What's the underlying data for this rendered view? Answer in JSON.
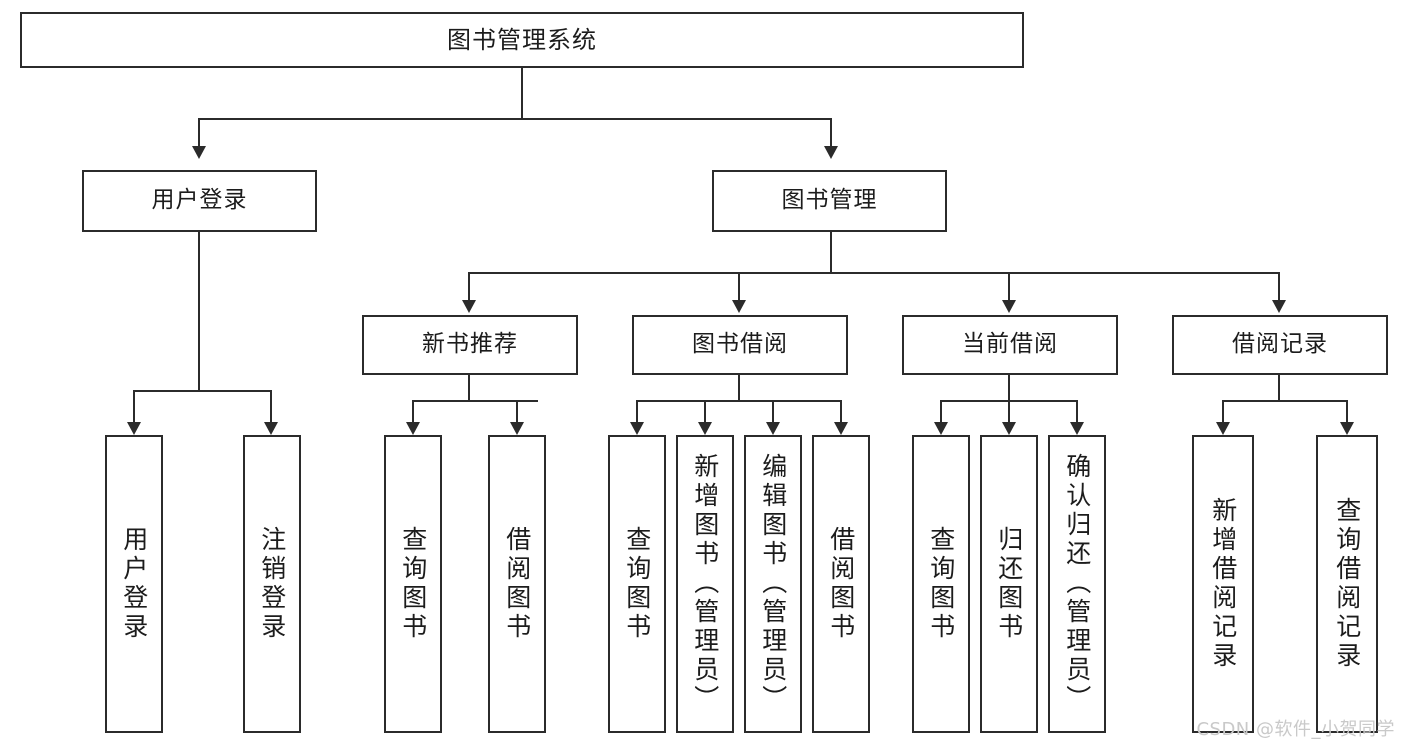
{
  "diagram": {
    "type": "tree",
    "title": "图书管理系统",
    "orientation": "top-down",
    "watermark": "CSDN @软件_小贺同学",
    "colors": {
      "stroke": "#2b2b2b",
      "fill": "#ffffff",
      "text": "#1c1c1c",
      "watermark": "#c9c9c9"
    },
    "nodes": {
      "root": {
        "label": "图书管理系统"
      },
      "level1": [
        {
          "id": "user-login",
          "label": "用户登录"
        },
        {
          "id": "book-manage",
          "label": "图书管理"
        }
      ],
      "level2": [
        {
          "id": "new-book-rec",
          "label": "新书推荐"
        },
        {
          "id": "book-borrow",
          "label": "图书借阅"
        },
        {
          "id": "current-borrow",
          "label": "当前借阅"
        },
        {
          "id": "borrow-record",
          "label": "借阅记录"
        }
      ],
      "leaves": {
        "user-login": [
          {
            "id": "leaf-user-login",
            "label": "用户登录"
          },
          {
            "id": "leaf-logout",
            "label": "注销登录"
          }
        ],
        "new-book-rec": [
          {
            "id": "leaf-query-book-1",
            "label": "查询图书"
          },
          {
            "id": "leaf-borrow-book-1",
            "label": "借阅图书"
          }
        ],
        "book-borrow": [
          {
            "id": "leaf-query-book-2",
            "label": "查询图书"
          },
          {
            "id": "leaf-add-book",
            "label": "新增图书（管理员）"
          },
          {
            "id": "leaf-edit-book",
            "label": "编辑图书（管理员）"
          },
          {
            "id": "leaf-borrow-book-2",
            "label": "借阅图书"
          }
        ],
        "current-borrow": [
          {
            "id": "leaf-query-book-3",
            "label": "查询图书"
          },
          {
            "id": "leaf-return-book",
            "label": "归还图书"
          },
          {
            "id": "leaf-confirm-return",
            "label": "确认归还（管理员）"
          }
        ],
        "borrow-record": [
          {
            "id": "leaf-add-record",
            "label": "新增借阅记录"
          },
          {
            "id": "leaf-query-record",
            "label": "查询借阅记录"
          }
        ]
      }
    }
  }
}
